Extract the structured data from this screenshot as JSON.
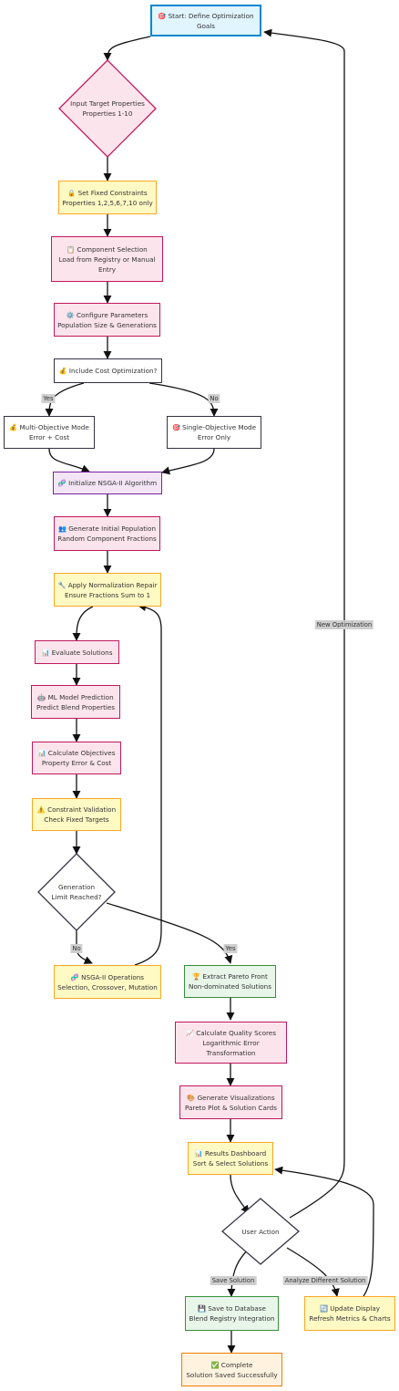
{
  "nodes": {
    "start": [
      "🎯 Start: Define Optimization",
      "Goals"
    ],
    "input_targets": [
      "Input Target Properties",
      "Properties 1-10"
    ],
    "fixed_constraints": [
      "🔒 Set Fixed Constraints",
      "Properties 1,2,5,6,7,10 only"
    ],
    "component_selection": [
      "📋 Component Selection",
      "Load from Registry or Manual",
      "Entry"
    ],
    "configure_params": [
      "⚙️ Configure Parameters",
      "Population Size & Generations"
    ],
    "include_cost": [
      "💰 Include Cost Optimization?"
    ],
    "multi_objective": [
      "💰 Multi-Objective Mode",
      "Error + Cost"
    ],
    "single_objective": [
      "🎯 Single-Objective Mode",
      "Error Only"
    ],
    "init_nsga": [
      "🧬 Initialize NSGA-II Algorithm"
    ],
    "gen_population": [
      "👥 Generate Initial Population",
      "Random Component Fractions"
    ],
    "normalization": [
      "🔧 Apply Normalization Repair",
      "Ensure Fractions Sum to 1"
    ],
    "evaluate": [
      "📊 Evaluate Solutions"
    ],
    "ml_prediction": [
      "🤖 ML Model Prediction",
      "Predict Blend Properties"
    ],
    "objectives": [
      "📊 Calculate Objectives",
      "Property Error & Cost"
    ],
    "constraint_validation": [
      "⚠️ Constraint Validation",
      "Check Fixed Targets"
    ],
    "gen_limit": [
      "Generation",
      "Limit Reached?"
    ],
    "nsga_ops": [
      "🧬 NSGA-II Operations",
      "Selection, Crossover, Mutation"
    ],
    "pareto": [
      "🏆 Extract Pareto Front",
      "Non-dominated Solutions"
    ],
    "quality": [
      "📈 Calculate Quality Scores",
      "Logarithmic Error",
      "Transformation"
    ],
    "visualizations": [
      "🎨 Generate Visualizations",
      "Pareto Plot & Solution Cards"
    ],
    "dashboard": [
      "📊 Results Dashboard",
      "Sort & Select Solutions"
    ],
    "user_action": [
      "User Action"
    ],
    "save_db": [
      "💾 Save to Database",
      "Blend Registry Integration"
    ],
    "update_display": [
      "🔄 Update Display",
      "Refresh Metrics & Charts"
    ],
    "complete": [
      "✅ Complete",
      "Solution Saved Successfully"
    ]
  },
  "edge_labels": {
    "yes_cost": "Yes",
    "no_cost": "No",
    "no_limit": "No",
    "yes_limit": "Yes",
    "new_optimization": "New Optimization",
    "save_solution": "Save Solution",
    "analyze_different": "Analyze Different Solution"
  },
  "colors": {
    "pink_fill": "#fce4ec",
    "pink_stroke": "#c2185b",
    "yellow_fill": "#fff9c4",
    "yellow_stroke": "#f9a825",
    "blue_fill": "#e1f5fe",
    "blue_stroke": "#0288d1",
    "purple_fill": "#f3e5f5",
    "purple_stroke": "#7b1fa2",
    "green_fill": "#e8f5e9",
    "green_stroke": "#388e3c",
    "orange_fill": "#fff3e0",
    "orange_stroke": "#f57c00",
    "edge": "#111111",
    "edge_label_bg": "#cfcfcf"
  }
}
